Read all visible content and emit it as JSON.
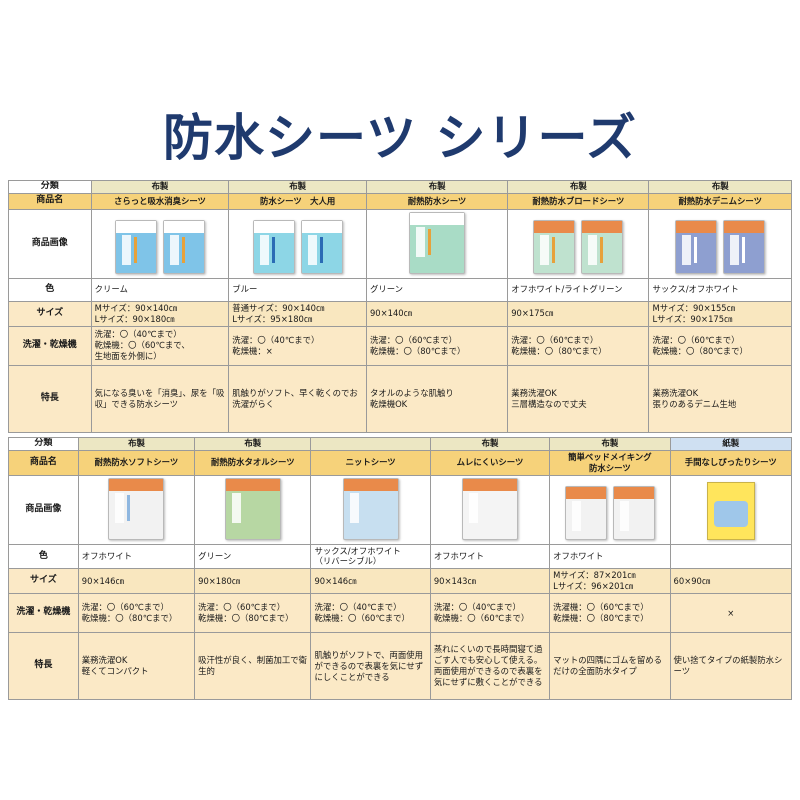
{
  "title": "防水シーツ シリーズ",
  "row_labels": {
    "category": "分類",
    "name": "商品名",
    "image": "商品画像",
    "color": "色",
    "size": "サイズ",
    "wash": "洗濯・乾燥機",
    "feature": "特長"
  },
  "table1": [
    {
      "category": "布製",
      "name": "さらっと吸水消臭シーツ",
      "color": "クリーム",
      "size": "Mサイズ：90×140㎝\nLサイズ：90×180㎝",
      "wash": "洗濯：〇（40℃まで）\n乾燥機：〇（60℃まで、\n生地面を外側に）",
      "feature": "気になる臭いを「消臭」、尿を「吸収」できる防水シーツ",
      "pkg_color": "#7fc4e8",
      "pkg_band": "#ffffff",
      "pkg_strip": "#e7a13a",
      "pkg_count": 2
    },
    {
      "category": "布製",
      "name": "防水シーツ　大人用",
      "color": "ブルー",
      "size": "普通サイズ：90×140㎝\nLサイズ：95×180㎝",
      "wash": "洗濯：〇（40℃まで）\n乾燥機：×",
      "feature": "肌触りがソフト、早く乾くのでお洗濯がらく",
      "pkg_color": "#8dd6e6",
      "pkg_band": "#ffffff",
      "pkg_strip": "#2a6bb5",
      "pkg_count": 2
    },
    {
      "category": "布製",
      "name": "耐熱防水シーツ",
      "color": "グリーン",
      "size": "90×140㎝",
      "wash": "洗濯：〇（60℃まで）\n乾燥機：〇（80℃まで）",
      "feature": "タオルのような肌触り\n乾燥機OK",
      "pkg_color": "#a9dcc6",
      "pkg_band": "#ffffff",
      "pkg_strip": "#e7a13a",
      "pkg_count": 1
    },
    {
      "category": "布製",
      "name": "耐熱防水ブロードシーツ",
      "color": "オフホワイト/ライトグリーン",
      "size": "90×175㎝",
      "wash": "洗濯：〇（60℃まで）\n乾燥機：〇（80℃まで）",
      "feature": "業務洗濯OK\n三層構造なので丈夫",
      "pkg_color": "#bfe2cf",
      "pkg_band": "#e98a4a",
      "pkg_strip": "#e7a13a",
      "pkg_count": 2
    },
    {
      "category": "布製",
      "name": "耐熱防水デニムシーツ",
      "color": "サックス/オフホワイト",
      "size": "Mサイズ：90×155㎝\nLサイズ：90×175㎝",
      "wash": "洗濯：〇（60℃まで）\n乾燥機：〇（80℃まで）",
      "feature": "業務洗濯OK\n張りのあるデニム生地",
      "pkg_color": "#8e9fd0",
      "pkg_band": "#e98a4a",
      "pkg_strip": "#ffffff",
      "pkg_count": 2
    }
  ],
  "table2": [
    {
      "category": "布製",
      "name": "耐熱防水ソフトシーツ",
      "color": "オフホワイト",
      "size": "90×146㎝",
      "wash": "洗濯：〇（60℃まで）\n乾燥機：〇（80℃まで）",
      "feature": "業務洗濯OK\n軽くてコンパクト",
      "pkg_color": "#f2f2f2",
      "pkg_band": "#e98a4a",
      "pkg_strip": "#8fb7e0",
      "pkg_count": 1,
      "paper": false
    },
    {
      "category": "布製",
      "name": "耐熱防水タオルシーツ",
      "color": "グリーン",
      "size": "90×180㎝",
      "wash": "洗濯：〇（60℃まで）\n乾燥機：〇（80℃まで）",
      "feature": "吸汗性が良く、制菌加工で衛生的",
      "pkg_color": "#b7d7a3",
      "pkg_band": "#e98a4a",
      "pkg_strip": "#b7d7a3",
      "pkg_count": 1,
      "paper": false
    },
    {
      "category": "",
      "name": "ニットシーツ",
      "color": "サックス/オフホワイト\n（リバーシブル）",
      "size": "90×146㎝",
      "wash": "洗濯：〇（40℃まで）\n乾燥機：〇（60℃まで）",
      "feature": "肌触りがソフトで、両面使用ができるので表裏を気にせずにしくことができる",
      "pkg_color": "#c7dff0",
      "pkg_band": "#e98a4a",
      "pkg_strip": "#c7dff0",
      "pkg_count": 1,
      "paper": false
    },
    {
      "category": "布製",
      "name": "ムレにくいシーツ",
      "color": "オフホワイト",
      "size": "90×143㎝",
      "wash": "洗濯：〇（40℃まで）\n乾燥機：〇（60℃まで）",
      "feature": "蒸れにくいので長時間寝て過ごす人でも安心して使える。\n両面使用ができるので表裏を気にせずに敷くことができる",
      "pkg_color": "#f4f4f4",
      "pkg_band": "#e98a4a",
      "pkg_strip": "#f4f4f4",
      "pkg_count": 1,
      "paper": false
    },
    {
      "category": "布製",
      "name": "簡単ベッドメイキング\n防水シーツ",
      "color": "オフホワイト",
      "size": "Mサイズ：87×201㎝\nLサイズ：96×201㎝",
      "wash": "洗濯機：〇（60℃まで）\n乾燥機：〇（80℃まで）",
      "feature": "マットの四隅にゴムを留めるだけの全面防水タイプ",
      "pkg_color": "#f2f2f2",
      "pkg_band": "#e98a4a",
      "pkg_strip": "#f2f2f2",
      "pkg_count": 2,
      "paper": false
    },
    {
      "category": "紙製",
      "name": "手間なしぴったりシーツ",
      "color": "",
      "size": "60×90㎝",
      "wash": "×",
      "feature": "使い捨てタイプの紙製防水シーツ",
      "pkg_color": "#ffe55c",
      "pkg_band": "#ffe55c",
      "pkg_strip": "#ffe55c",
      "pkg_count": 1,
      "paper": true
    }
  ]
}
